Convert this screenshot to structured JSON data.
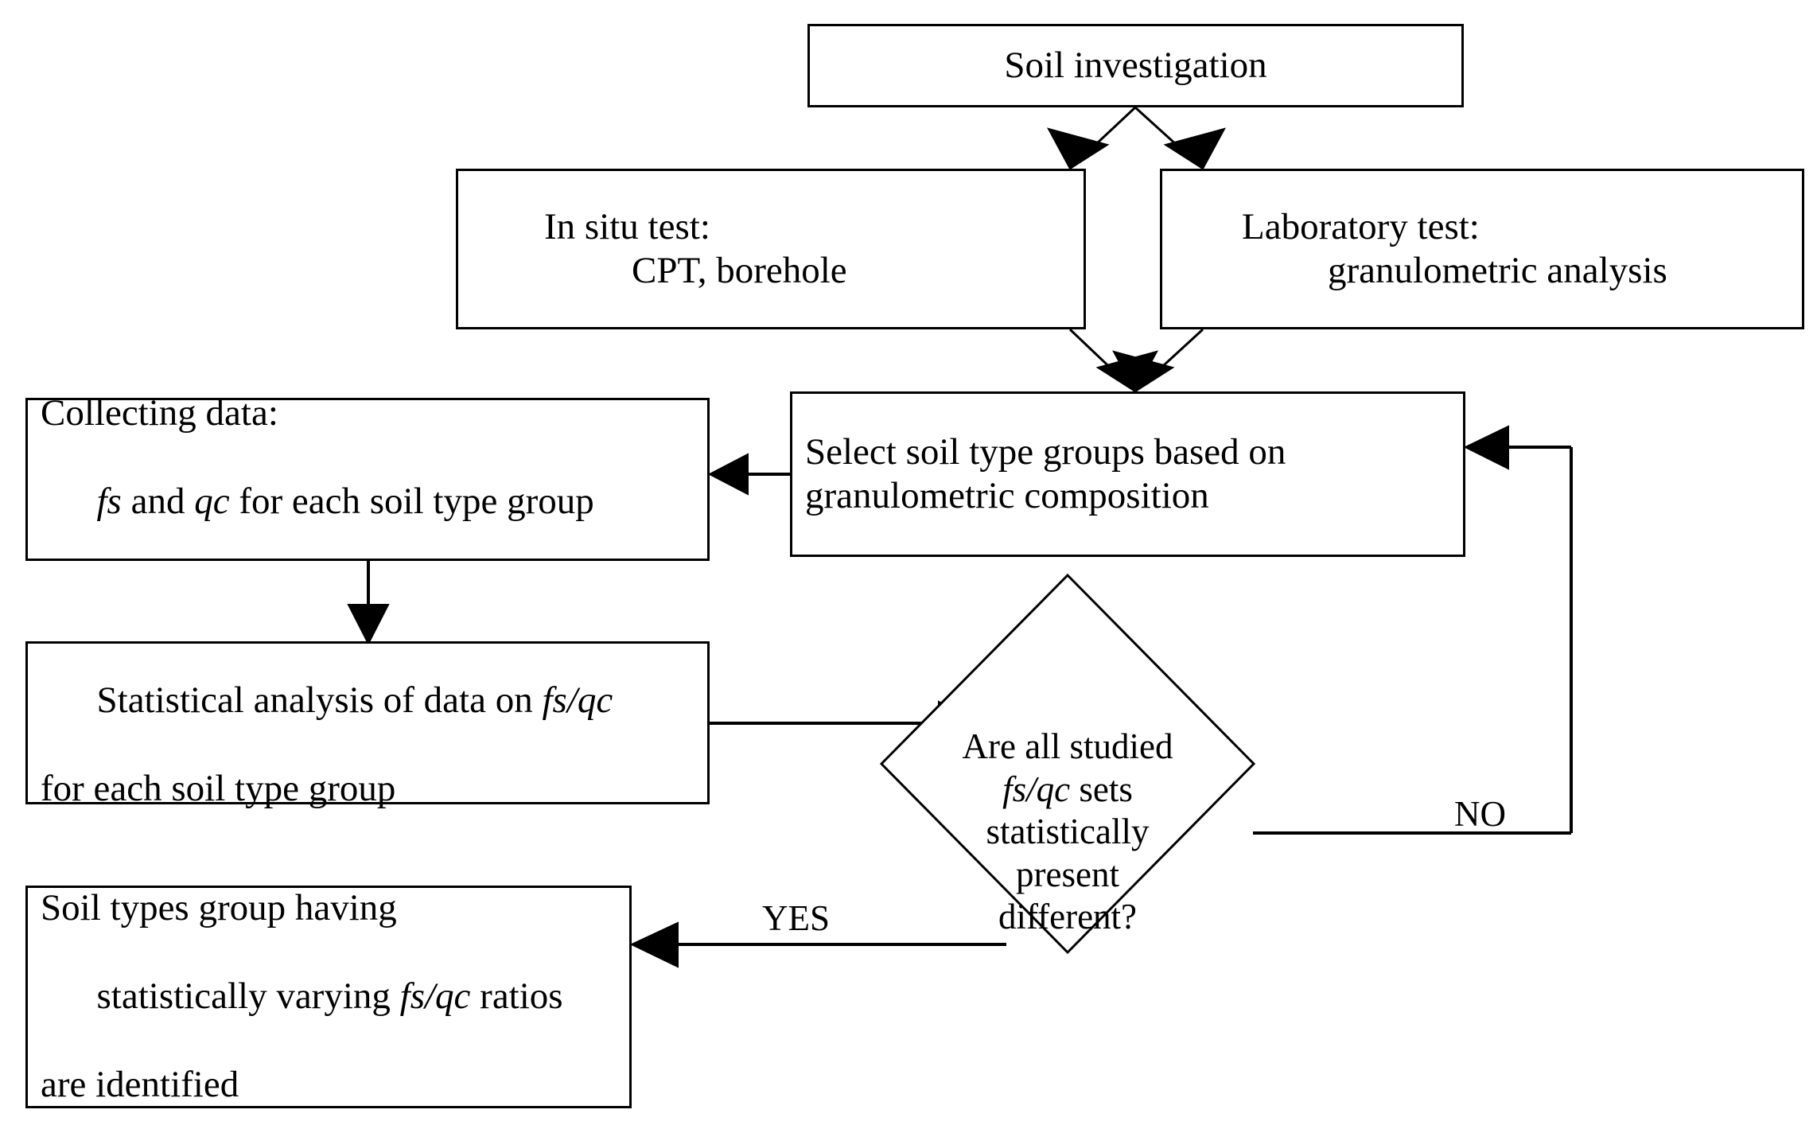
{
  "diagram": {
    "type": "flowchart",
    "title_text": "Soil investigation",
    "background_color": "#ffffff",
    "line_color": "#000000",
    "text_color": "#000000",
    "nodes": {
      "soil_investigation": {
        "label": "Soil investigation",
        "shape": "rectangle"
      },
      "in_situ_test": {
        "line1": "In situ test:",
        "line2": "CPT, borehole",
        "shape": "rectangle"
      },
      "laboratory_test": {
        "line1": "Laboratory test:",
        "line2": "granulometric analysis",
        "shape": "rectangle"
      },
      "select_groups": {
        "line1": "Select soil type groups based on",
        "line2": "granulometric composition",
        "shape": "rectangle"
      },
      "collecting_data": {
        "line1": "Collecting data:",
        "line2_a": "fs",
        "line2_b": " and ",
        "line2_c": "qc",
        "line2_d": " for each soil type group",
        "shape": "rectangle"
      },
      "statistical_analysis": {
        "line1_a": "Statistical analysis of data on ",
        "line1_b": "fs/qc",
        "line2": "for each soil type group",
        "shape": "rectangle"
      },
      "decision": {
        "line1": "Are all studied",
        "line2_a": "fs/qc",
        "line2_b": " sets",
        "line3": "statistically",
        "line4": "present",
        "line5": "different?",
        "shape": "diamond"
      },
      "identified": {
        "line1": "Soil types group having",
        "line2_a": "statistically varying ",
        "line2_b": "fs/qc",
        "line2_c": " ratios",
        "line3": "are identified",
        "shape": "rectangle"
      }
    },
    "edge_labels": {
      "yes": "YES",
      "no": "NO"
    },
    "edges": [
      {
        "from": "soil_investigation",
        "to": "in_situ_test",
        "label": ""
      },
      {
        "from": "soil_investigation",
        "to": "laboratory_test",
        "label": ""
      },
      {
        "from": "in_situ_test",
        "to": "select_groups",
        "label": ""
      },
      {
        "from": "laboratory_test",
        "to": "select_groups",
        "label": ""
      },
      {
        "from": "select_groups",
        "to": "collecting_data",
        "label": ""
      },
      {
        "from": "collecting_data",
        "to": "statistical_analysis",
        "label": ""
      },
      {
        "from": "statistical_analysis",
        "to": "decision",
        "label": ""
      },
      {
        "from": "decision",
        "to": "select_groups",
        "label": "NO"
      },
      {
        "from": "decision",
        "to": "identified",
        "label": "YES"
      }
    ]
  }
}
